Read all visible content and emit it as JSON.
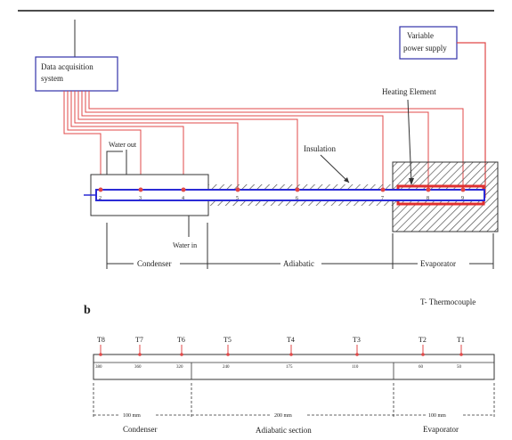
{
  "diagram_a": {
    "daq_label_1": "Data acquisition",
    "daq_label_2": "system",
    "power_label_1": "Variable",
    "power_label_2": "power supply",
    "heating_element": "Heating Element",
    "insulation": "Insulation",
    "water_out": "Water out",
    "water_in": "Water in",
    "thermocouple_marks": [
      "2",
      "3",
      "4",
      "5",
      "6",
      "7",
      "8",
      "9"
    ],
    "section_condenser": "Condenser",
    "section_adiabatic": "Adiabatic",
    "section_evaporator": "Evaporator"
  },
  "diagram_b": {
    "panel_label": "b",
    "legend": "T- Thermocouple",
    "thermocouples": [
      {
        "label": "T8",
        "pos": "380"
      },
      {
        "label": "T7",
        "pos": "360"
      },
      {
        "label": "T6",
        "pos": "320"
      },
      {
        "label": "T5",
        "pos": "240"
      },
      {
        "label": "T4",
        "pos": "175"
      },
      {
        "label": "T3",
        "pos": "110"
      },
      {
        "label": "T2",
        "pos": "60"
      },
      {
        "label": "T1",
        "pos": "50"
      }
    ],
    "dim_condenser": "100 mm",
    "dim_adiabatic": "200 mm",
    "dim_evaporator": "100 mm",
    "section_condenser": "Condenser",
    "section_adiabatic": "Adiabatic section",
    "section_evaporator": "Evaporator"
  },
  "colors": {
    "pipe_blue": "#2b2bd6",
    "wire_red": "#e04848",
    "heater_red": "#e03030",
    "box_border": "#3333aa"
  }
}
